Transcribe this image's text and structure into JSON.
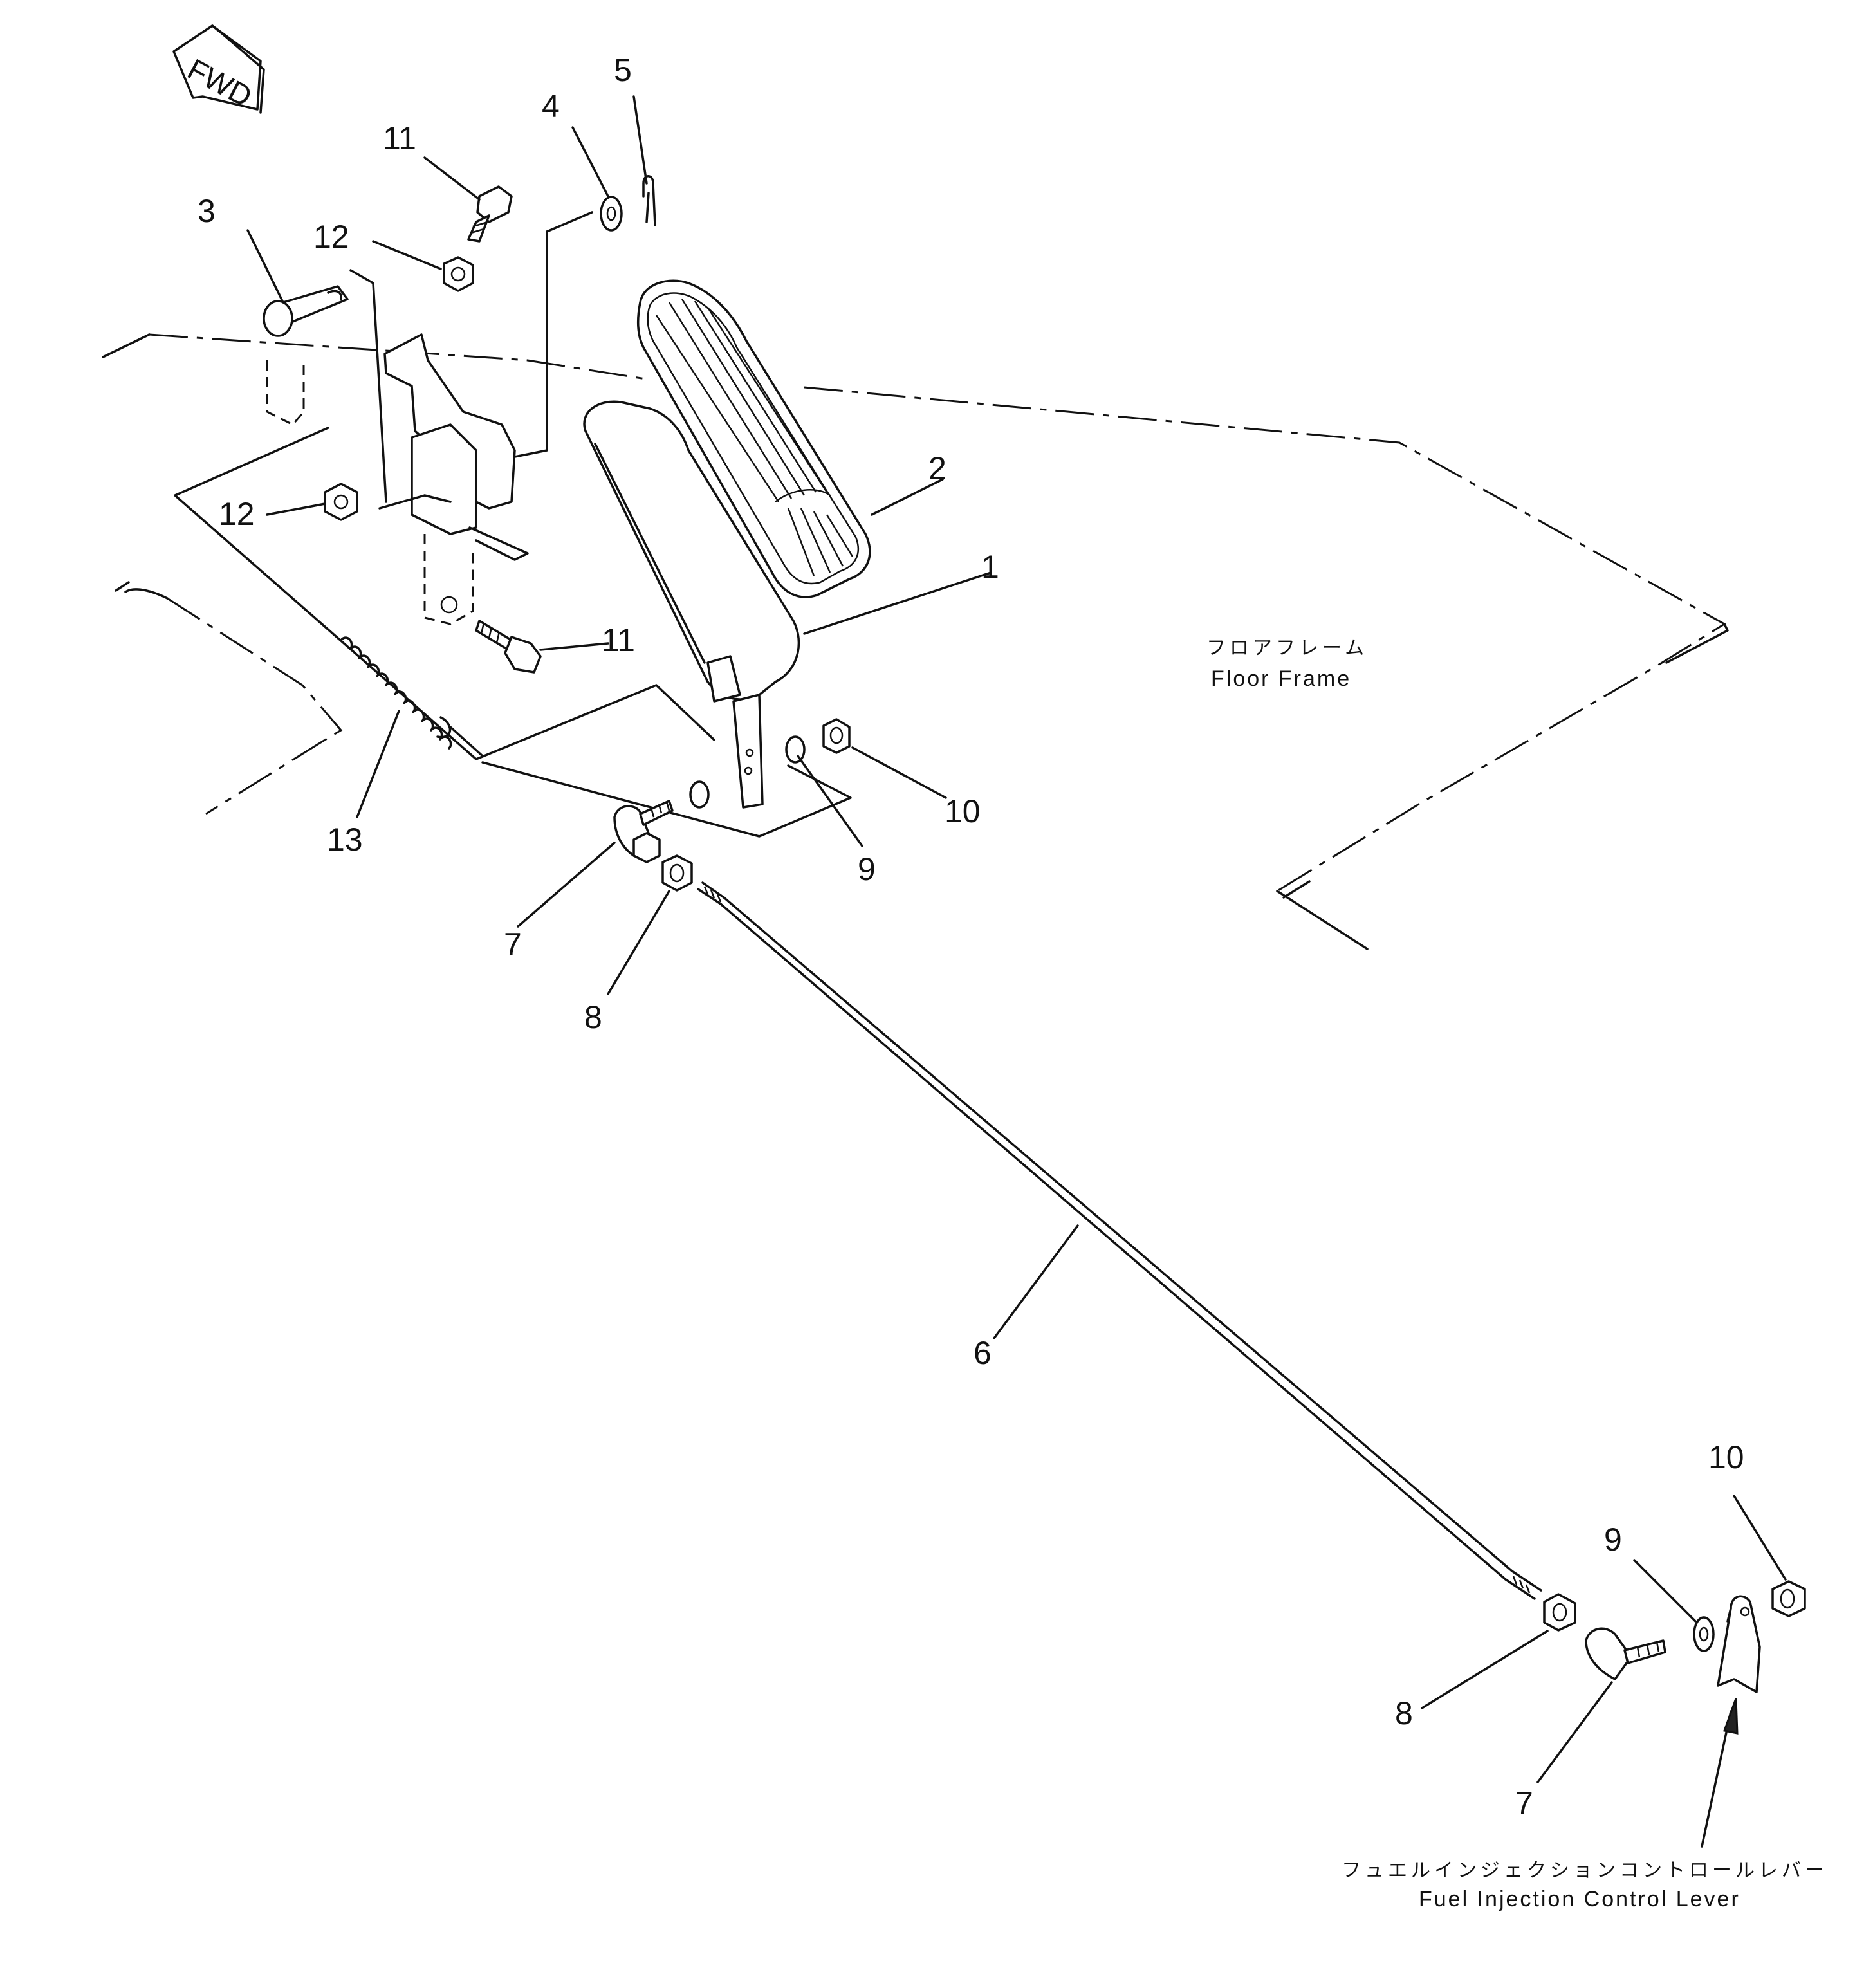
{
  "fwd_label": "FWD",
  "part_numbers": {
    "p1": "1",
    "p2": "2",
    "p3": "3",
    "p4": "4",
    "p5": "5",
    "p6": "6",
    "p7_top": "7",
    "p7_bottom": "7",
    "p8_top": "8",
    "p8_bottom": "8",
    "p9_top": "9",
    "p9_bottom": "9",
    "p10_top": "10",
    "p10_bottom": "10",
    "p11_top": "11",
    "p11_bottom": "11",
    "p12_top": "12",
    "p12_left": "12",
    "p13": "13"
  },
  "floor_frame": {
    "label_jp": "フロアフレーム",
    "label_en": "Floor Frame"
  },
  "fuel_lever": {
    "label_jp": "フュエルインジェクションコントロールレバー",
    "label_en": "Fuel Injection Control Lever"
  }
}
